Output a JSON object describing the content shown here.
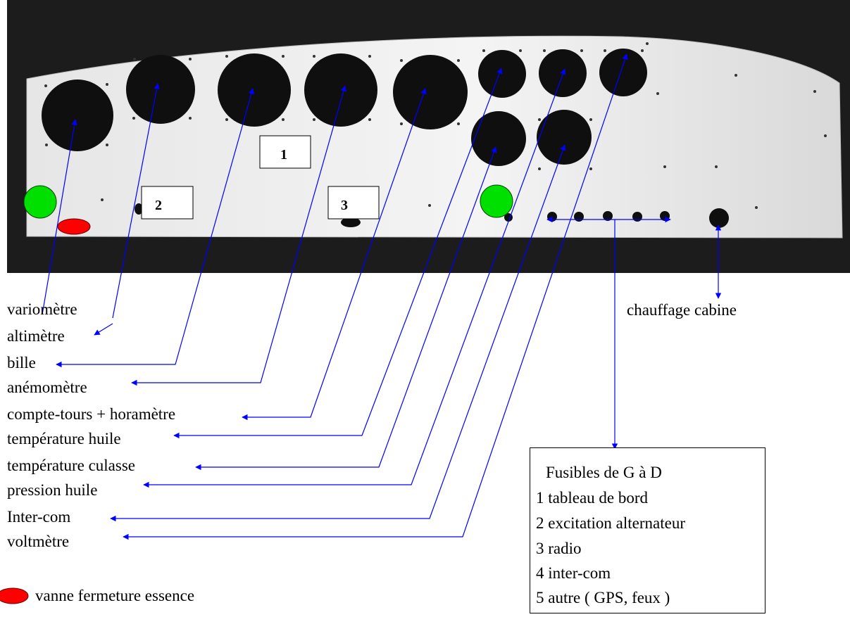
{
  "panel": {
    "box_labels": [
      "1",
      "2",
      "3"
    ]
  },
  "instruments": [
    "variomètre",
    "altimètre",
    "bille",
    "anémomètre",
    "compte-tours + horamètre",
    "température huile",
    "température culasse",
    "pression huile",
    "Inter-com",
    "voltmètre"
  ],
  "chauffage": {
    "label": "chauffage cabine"
  },
  "fuses": {
    "title": "Fusibles de G à D",
    "items": [
      "1 tableau de bord",
      "2 excitation alternateur",
      "3 radio",
      "4 inter-com",
      "5 autre ( GPS, feux  )"
    ]
  },
  "legend": {
    "vanne_label": "vanne fermeture essence"
  },
  "colors": {
    "arrow": "#0000ff",
    "green_marker": "#00e000",
    "red_marker": "#ff0000",
    "panel": "#efefef",
    "background": "#1c1c1c"
  }
}
